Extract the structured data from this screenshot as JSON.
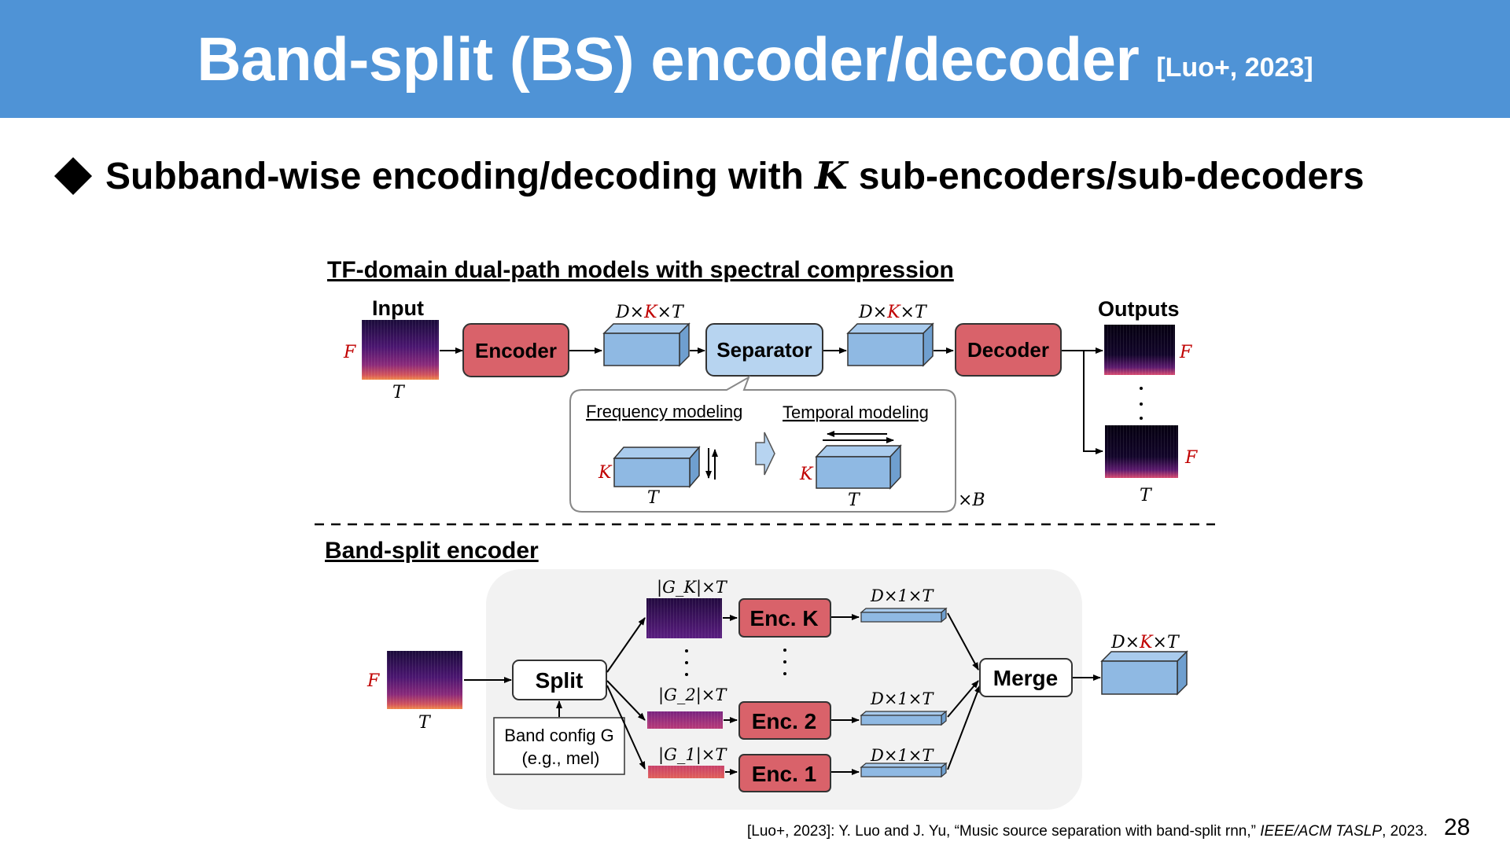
{
  "header": {
    "title": "Band-split (BS) encoder/decoder",
    "citation": "[Luo+, 2023]"
  },
  "bullet": {
    "text_before": "Subband-wise encoding/decoding with",
    "variable": "K",
    "text_after": "sub-encoders/sub-decoders"
  },
  "top_section": {
    "heading": "TF-domain dual-path models with spectral compression",
    "input_label": "Input",
    "outputs_label": "Outputs",
    "axis_F": "F",
    "axis_T": "T",
    "axis_K": "K",
    "encoder_label": "Encoder",
    "separator_label": "Separator",
    "decoder_label": "Decoder",
    "dim_label": {
      "pre": "D×",
      "k": "K",
      "post": "×T"
    },
    "frequency_modeling": "Frequency modeling",
    "temporal_modeling": "Temporal modeling",
    "repeat_label": "×B"
  },
  "bottom_section": {
    "heading": "Band-split encoder",
    "split_label": "Split",
    "band_config_line1": "Band config G",
    "band_config_line2": "(e.g., mel)",
    "merge_label": "Merge",
    "enc_k": "Enc. K",
    "enc_2": "Enc. 2",
    "enc_1": "Enc. 1",
    "gk_label": "|G_K|×T",
    "g2_label": "|G_2|×T",
    "g1_label": "|G_1|×T",
    "sub_dim_label": "D×1×T"
  },
  "footer": {
    "reference_prefix": "[Luo+, 2023]: Y. Luo and J. Yu, “Music source separation with band-split rnn,”",
    "reference_venue": "IEEE/ACM TASLP",
    "reference_suffix": ", 2023.",
    "page_number": "28"
  },
  "colors": {
    "header_blue": "#4f93d6",
    "box_red": "#d9626a",
    "box_blue": "#8fb9e3",
    "accent_red": "#c00000"
  }
}
